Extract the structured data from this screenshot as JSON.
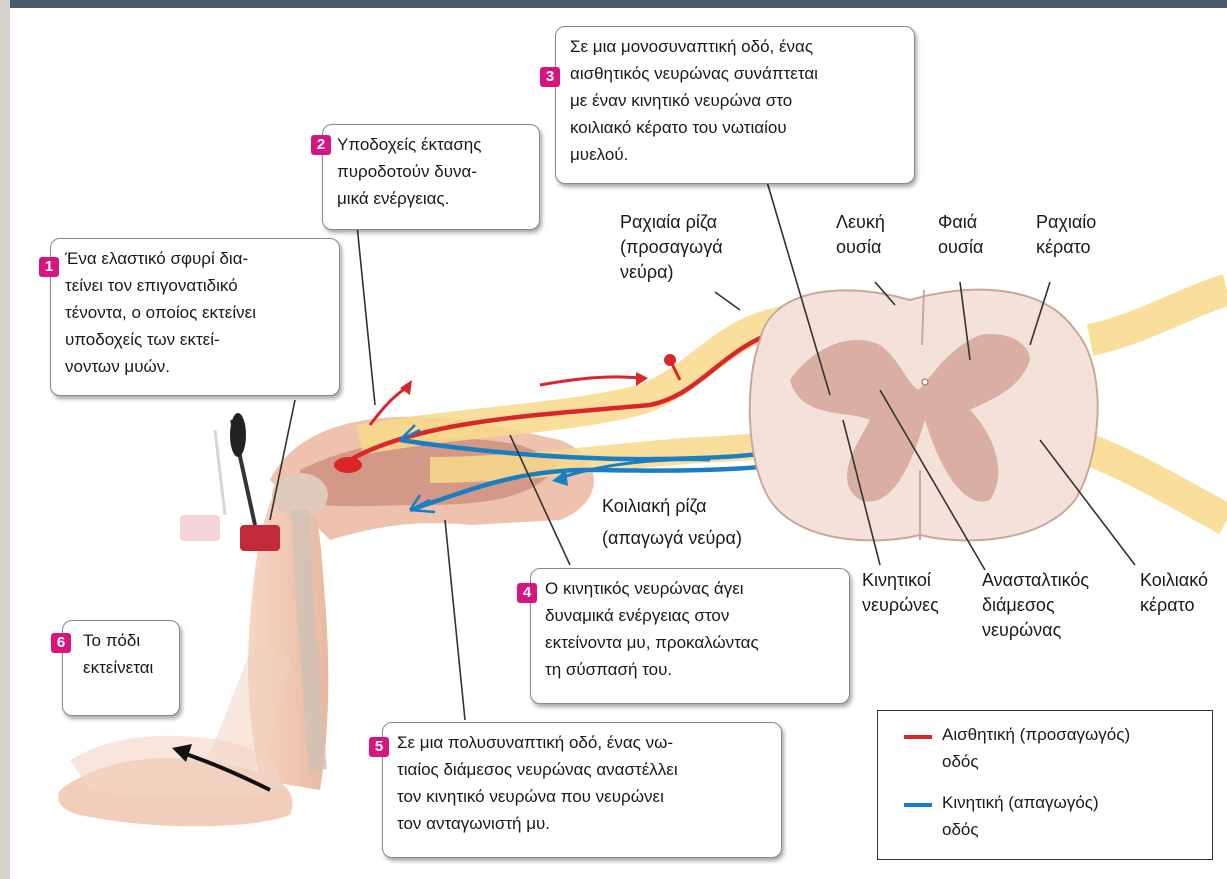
{
  "steps": [
    {
      "num": "1",
      "lines": [
        "Ένα ελαστικό σφυρί δια-",
        "τείνει τον επιγονατιδικό",
        "τένοντα, ο οποίος εκτείνει",
        "υποδοχείς των εκτεί-",
        "νοντων μυών."
      ]
    },
    {
      "num": "2",
      "lines": [
        "Υποδοχείς έκτασης",
        "πυροδοτούν δυνα-",
        "μικά ενέργειας."
      ]
    },
    {
      "num": "3",
      "lines": [
        "Σε μια μονοσυναπτική οδό, ένας",
        "αισθητικός νευρώνας συνάπτεται",
        "με έναν κινητικό νευρώνα στο",
        "κοιλιακό κέρατο του νωτιαίου",
        "μυελού."
      ]
    },
    {
      "num": "4",
      "lines": [
        "Ο κινητικός νευρώνας άγει",
        "δυναμικά ενέργειας στον",
        "εκτείνοντα μυ, προκαλώντας",
        "τη σύσπασή του."
      ]
    },
    {
      "num": "5",
      "lines": [
        "Σε μια πολυσυναπτική οδό, ένας νω-",
        "τιαίος διάμεσος νευρώνας αναστέλλει",
        "τον κινητικό νευρώνα που νευρώνει",
        "τον ανταγωνιστή μυ."
      ]
    },
    {
      "num": "6",
      "lines": [
        "Το πόδι",
        "εκτείνεται"
      ]
    }
  ],
  "labels": {
    "dorsal_root": [
      "Ραχιαία ρίζα",
      "(προσαγωγά",
      "νεύρα)"
    ],
    "white_matter": [
      "Λευκή",
      "ουσία"
    ],
    "gray_matter": [
      "Φαιά",
      "ουσία"
    ],
    "dorsal_horn": [
      "Ραχιαίο",
      "κέρατο"
    ],
    "ventral_root": [
      "Κοιλιακή ρίζα",
      "(απαγωγά νεύρα)"
    ],
    "motor_neurons": [
      "Κινητικοί",
      "νευρώνες"
    ],
    "interneuron": [
      "Ανασταλτικός",
      "διάμεσος",
      "νευρώνας"
    ],
    "ventral_horn": [
      "Κοιλιακό",
      "κέρατο"
    ]
  },
  "legend": {
    "sensory": [
      "Αισθητική (προσαγωγός)",
      "οδός"
    ],
    "motor": [
      "Κινητική (απαγωγός)",
      "οδός"
    ]
  },
  "colors": {
    "sensory": "#d9262b",
    "motor": "#1c7ec2",
    "interneuron": "#6b3fa0",
    "badge": "#d6157f"
  }
}
